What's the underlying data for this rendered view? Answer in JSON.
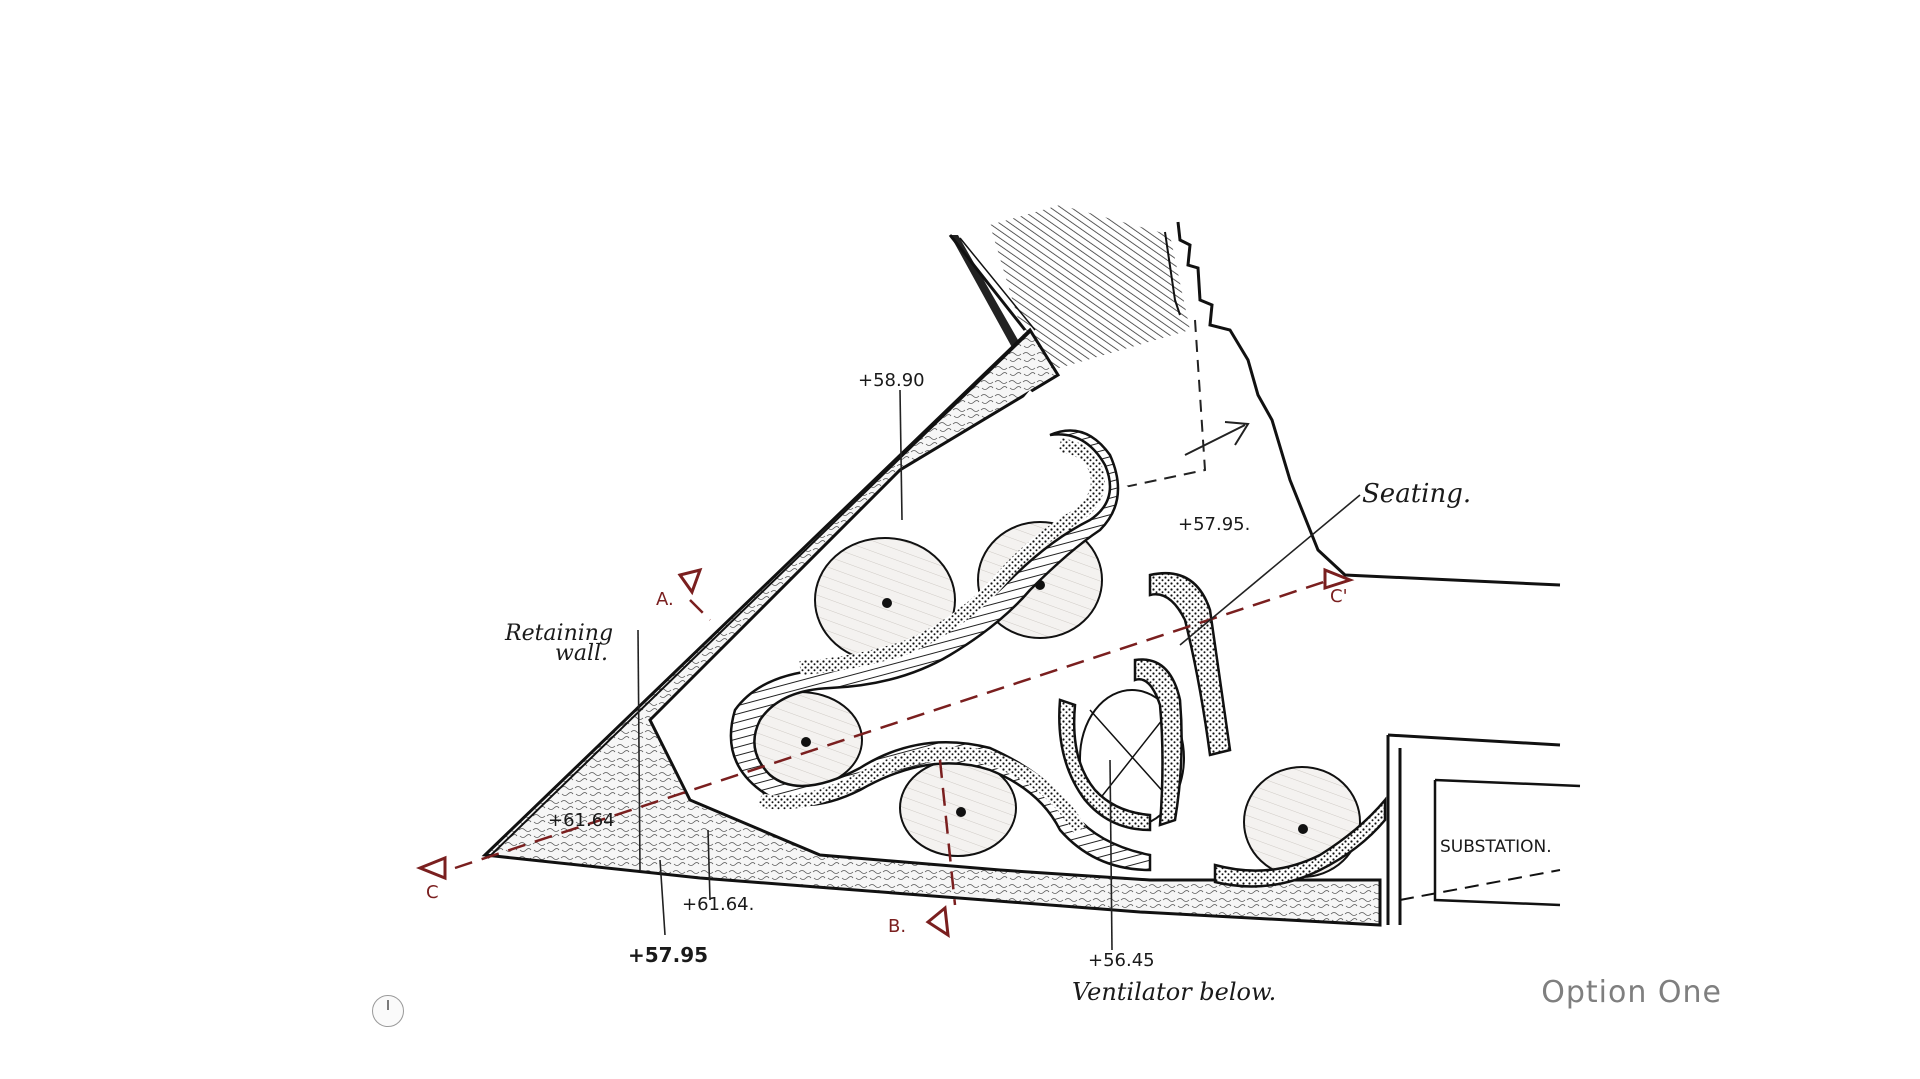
{
  "drawing": {
    "labels": {
      "level_top": "+58.90",
      "level_right": "+57.95.",
      "seating": "Seating.",
      "retaining_wall_line1": "Retaining",
      "retaining_wall_line2": "wall.",
      "level_left": "+61.64",
      "level_bottom_mid": "+61.64.",
      "level_bottom_left": "+57.95",
      "level_bottom_right": "+56.45",
      "ventilator": "Ventilator below.",
      "substation": "SUBSTATION."
    },
    "section_markers": {
      "a": "A.",
      "b": "B.",
      "c": "C",
      "c_prime": "C'"
    },
    "colors": {
      "ink": "#1a1a1a",
      "section_line": "#7a1f1f"
    }
  },
  "caption": {
    "title": "Option One"
  },
  "controls": {
    "power_icon": "power-icon"
  }
}
